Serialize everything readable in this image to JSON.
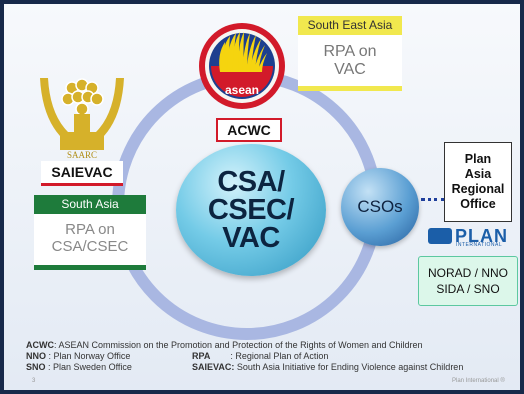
{
  "center": {
    "line1": "CSA/",
    "line2": "CSEC/",
    "line3": "VAC"
  },
  "csos": {
    "label": "CSOs"
  },
  "plan_regional": {
    "line1": "Plan",
    "line2": "Asia",
    "line3": "Regional",
    "line4": "Office"
  },
  "plan_logo": {
    "text": "PLAN",
    "subtext": "INTERNATIONAL"
  },
  "norad": {
    "line1": "NORAD / NNO",
    "line2": "SIDA / SNO"
  },
  "south_east_asia": {
    "header": "South East Asia",
    "line1": "RPA on",
    "line2": "VAC"
  },
  "south_asia": {
    "header": "South Asia",
    "line1": "RPA on",
    "line2": "CSA/CSEC"
  },
  "asean_logo": {
    "text": "asean"
  },
  "acwc_label": "ACWC",
  "saarc_logo": {
    "text": "SAARC"
  },
  "saievac_label": "SAIEVAC",
  "legend": {
    "acwc_abbr": "ACWC",
    "acwc_def": ": ASEAN Commission on the Promotion and Protection of the Rights of Women and Children",
    "nno_abbr": "NNO",
    "nno_def": ": Plan Norway Office",
    "rpa_abbr": "RPA",
    "rpa_def": ": Regional Plan of Action",
    "sno_abbr": "SNO",
    "sno_def": ": Plan Sweden Office",
    "saievac_abbr": "SAIEVAC:",
    "saievac_def": " South Asia Initiative for Ending Violence against Children"
  },
  "page_number": "3",
  "footer": "Plan International ®",
  "colors": {
    "ring": "#a9b7e2",
    "asean_red": "#d21a2a",
    "asean_blue": "#1d3f8f",
    "asean_yellow": "#f5d40f",
    "saarc_gold": "#d6b12a",
    "south_asia_green": "#1e7b3b",
    "sea_yellow": "#f1e84e",
    "plan_blue": "#1b5ea8"
  }
}
